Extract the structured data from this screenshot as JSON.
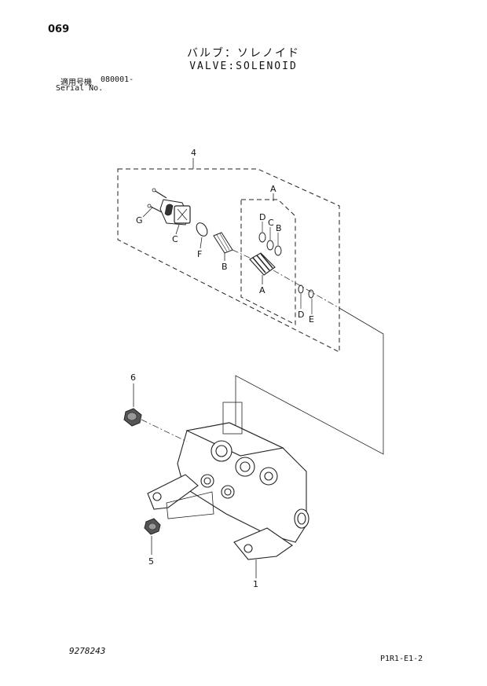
{
  "header": {
    "page_number": "069",
    "title_jp": "バルブ：ソレノイド",
    "title_en": "VALVE:SOLENOID",
    "serial_label_jp": "適用号機",
    "serial_value": "080001-",
    "serial_label_en": "Serial No."
  },
  "callouts": {
    "assy_4": "4",
    "kit_a": "A",
    "a_lower": "A",
    "b_upper": "B",
    "b_lower": "B",
    "c_upper": "C",
    "c_lower": "C",
    "d_upper": "D",
    "d_lower": "D",
    "e": "E",
    "f": "F",
    "g": "G",
    "part_1": "1",
    "part_5": "5",
    "part_6": "6"
  },
  "footer": {
    "drawing_number": "9278243",
    "sheet_code": "P1R1-E1-2"
  }
}
